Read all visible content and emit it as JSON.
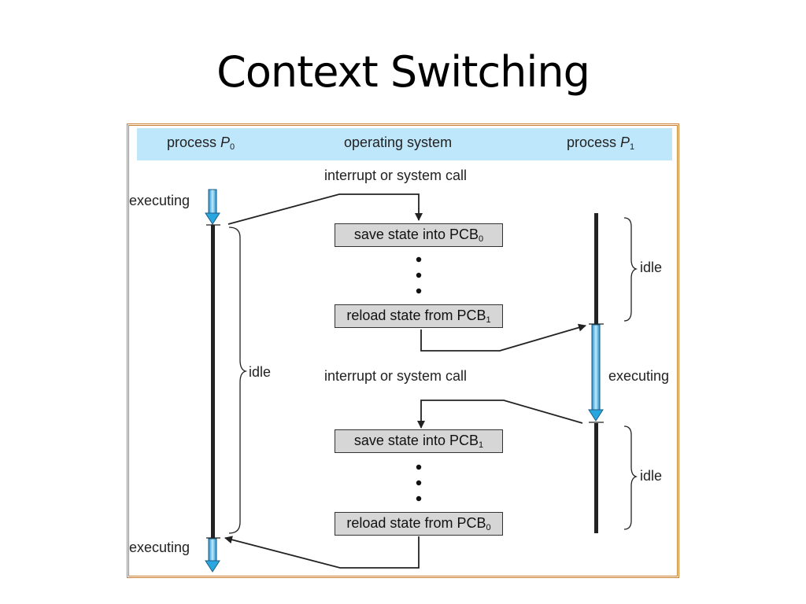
{
  "title": "Context Switching",
  "header": {
    "process_p0": {
      "text": "process ",
      "italic": "P",
      "sub": "0"
    },
    "os": "operating system",
    "process_p1": {
      "text": "process ",
      "italic": "P",
      "sub": "1"
    }
  },
  "labels": {
    "interrupt_1": "interrupt or system call",
    "interrupt_2": "interrupt or system call",
    "executing_p0_top": "executing",
    "executing_p0_bottom": "executing",
    "executing_p1": "executing",
    "idle_p0": "idle",
    "idle_p1_top": "idle",
    "idle_p1_bottom": "idle"
  },
  "boxes": {
    "save_pcb0": {
      "text": "save state into PCB",
      "sub": "0"
    },
    "reload_pcb1": {
      "text": "reload state from PCB",
      "sub": "1"
    },
    "save_pcb1": {
      "text": "save state into PCB",
      "sub": "1"
    },
    "reload_pcb0": {
      "text": "reload state from PCB",
      "sub": "0"
    }
  },
  "colors": {
    "frame_border": "#c87d2f",
    "header_band": "#bfe7fb",
    "box_fill": "#d6d6d6",
    "exec_arrow": "#29a6e0"
  }
}
